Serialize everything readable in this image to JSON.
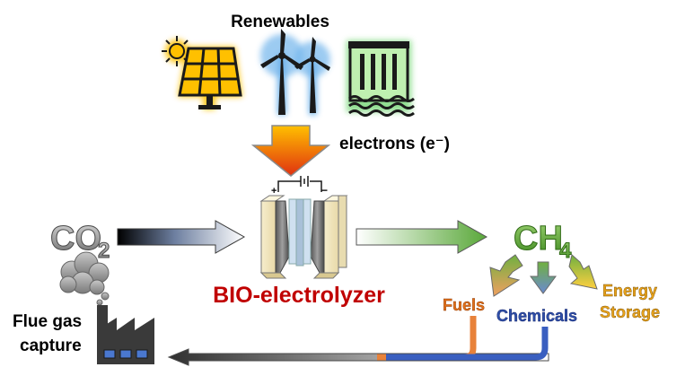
{
  "renewables_label": "Renewables",
  "electrons_label": "electrons (e⁻)",
  "co2": {
    "main": "CO",
    "sub": "2"
  },
  "ch4": {
    "main": "CH",
    "sub": "4"
  },
  "reactor_label": "BIO-electrolyzer",
  "electrode_plus": "+",
  "electrode_minus": "−",
  "products": {
    "fuels": "Fuels",
    "chemicals": "Chemicals",
    "energy_line1": "Energy",
    "energy_line2": "Storage"
  },
  "flue_gas": {
    "line1": "Flue gas",
    "line2": "capture"
  },
  "colors": {
    "solar_glow": "#ffc000",
    "wind_glow": "#5aa8e8",
    "hydro_glow": "#7fd87f",
    "reactor_red": "#c00000",
    "ch4_green": "#5a9e32",
    "fuels_orange": "#e0701a",
    "chemicals_blue": "#2f4fa8",
    "energy_gold": "#e8a21a"
  }
}
